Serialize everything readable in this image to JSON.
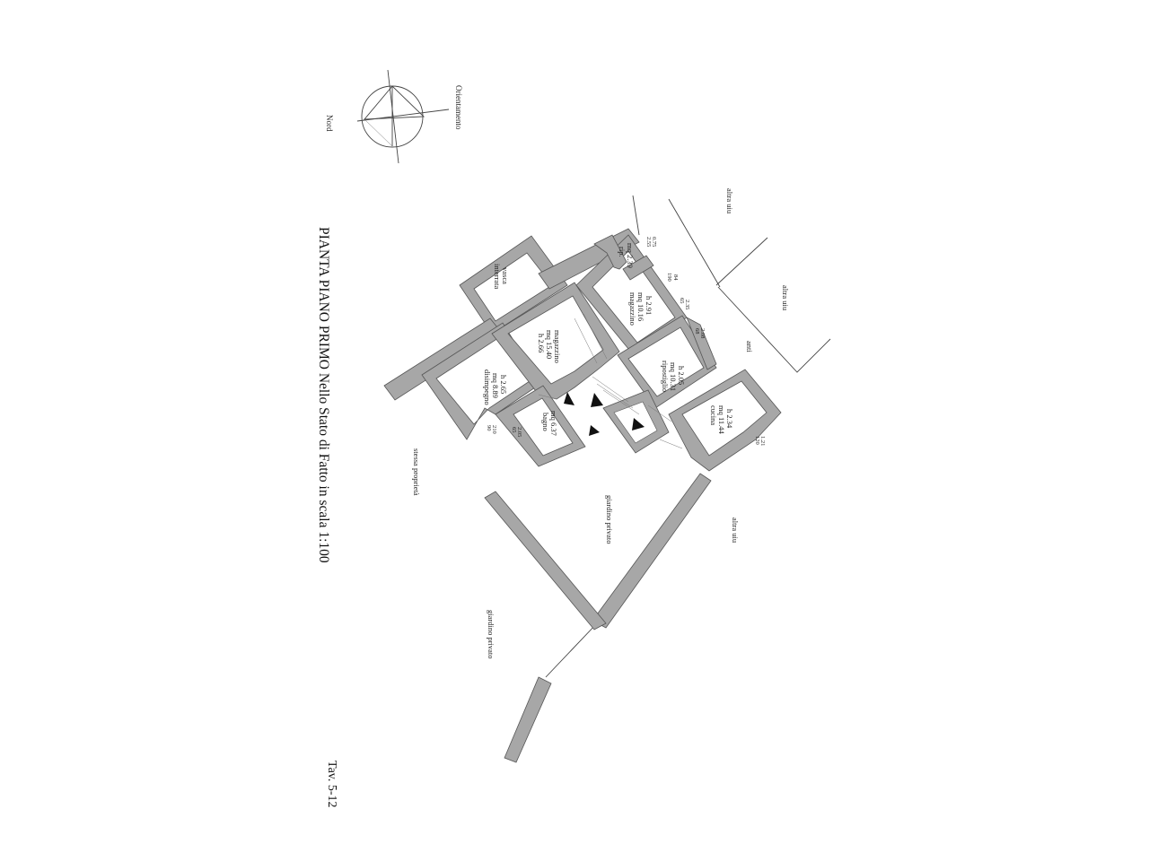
{
  "title": "PIANTA PIANO PRIMO  Nello Stato di Fatto in scala 1:100",
  "sheet": "Tav. 5-12",
  "compass": {
    "label": "Orientamento",
    "north": "Nord"
  },
  "rooms": {
    "vasca": {
      "name": "vasca",
      "sub": "interrata"
    },
    "rip": {
      "name": "rip.",
      "area": "mq 2.39"
    },
    "magazzino_1": {
      "name": "magazzino",
      "area": "mq 10.16",
      "h": "h 2.91"
    },
    "magazzino_2": {
      "name": "magazzino",
      "area": "mq 15.40",
      "h": "h 2.66"
    },
    "disimpegno": {
      "name": "disimpegno",
      "area": "mq 8.89",
      "h": "h 2.65"
    },
    "bagno": {
      "name": "bagno",
      "area": "mq 6.37"
    },
    "ripostiglio": {
      "name": "ripostiglio",
      "area": "mq 10.31",
      "h": "h 2.05"
    },
    "cucina": {
      "name": "cucina",
      "area": "mq 11.44",
      "h": "h 2.34"
    }
  },
  "context": {
    "altra_uiu_top": "altra uiu",
    "altra_uiu_right": "altra uiu",
    "anti": "anti",
    "altra_uiu_bottom": "altra uiu",
    "stessa_proprieta": "stessa proprietà",
    "giardino_privato_1": "giardino privato",
    "giardino_privato_2": "giardino privato"
  },
  "dimensions": {
    "d1": "2.55",
    "d2": "0.75",
    "d3": "84",
    "d4": "190",
    "d5": "65",
    "d6": "2.35",
    "d7": "68",
    "d8": "2.08",
    "d9": "90",
    "d10": "210",
    "d11": "65",
    "d12": "2.05",
    "d13": "120",
    "d14": "1.21"
  }
}
